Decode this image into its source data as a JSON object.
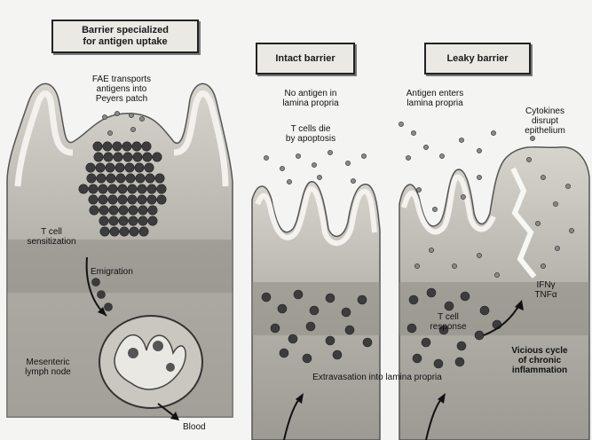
{
  "panels": {
    "left_title": [
      "Barrier specialized",
      "for antigen uptake"
    ],
    "middle_title": "Intact barrier",
    "right_title": "Leaky barrier"
  },
  "labels": {
    "fae": [
      "FAE transports",
      "antigens into",
      "Peyers patch"
    ],
    "t_cell_sensitization": [
      "T cell",
      "sensitization"
    ],
    "emigration": "Emigration",
    "mesenteric": [
      "Mesenteric",
      "lymph node"
    ],
    "blood": "Blood",
    "no_antigen": [
      "No antigen in",
      "lamina propria"
    ],
    "t_cells_die": [
      "T cells die",
      "by apoptosis"
    ],
    "antigen_enters": [
      "Antigen enters",
      "lamina propria"
    ],
    "cytokines": [
      "Cytokines",
      "disrupt",
      "epithelium"
    ],
    "ifn": [
      "IFNγ",
      "TNFα"
    ],
    "t_cell_response": [
      "T cell",
      "response"
    ],
    "vicious": [
      "Vicious cycle",
      "of chronic",
      "inflammation"
    ],
    "extravasation": "Extravasation into lamina propria"
  },
  "colors": {
    "epithelium": "#cfcdc6",
    "lamina": "#a9a7a0",
    "deep": "#8f8d86",
    "cell": "#3c3c3c",
    "antigen": "#8a8a8a"
  }
}
